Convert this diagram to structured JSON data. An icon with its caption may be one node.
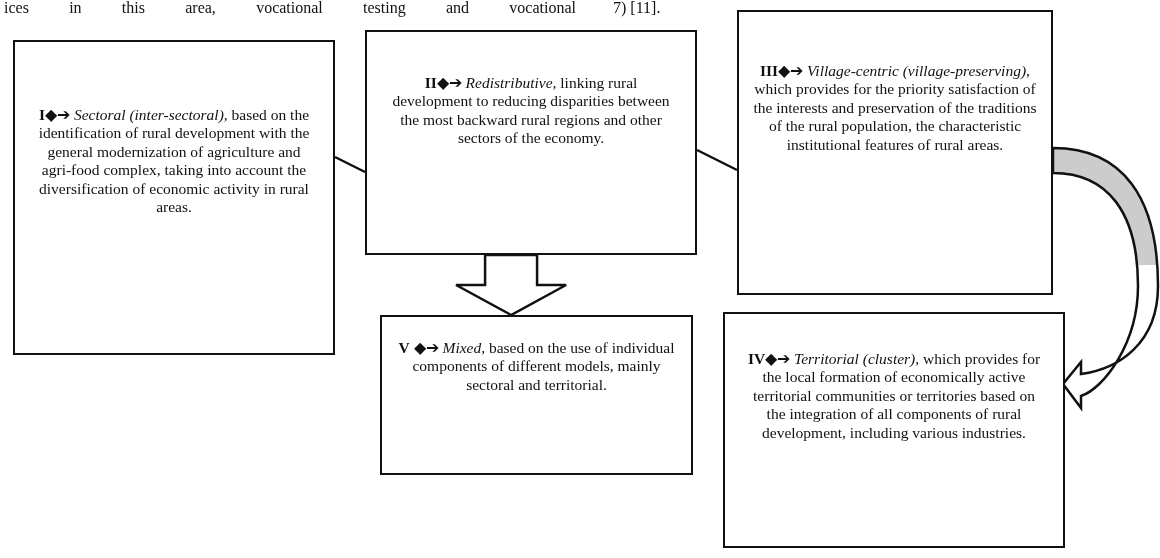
{
  "diagram": {
    "nodes": [
      {
        "text": [
          "**I**◆➔ *Sectoral (inter-sectoral),* based on the identification of rural development with the general modernization of agriculture and agri-food complex, taking into account the diversification of economic activity in rural areas."
        ]
      },
      {
        "text": [
          "**II**◆➔ *Redistributive,* linking rural development to reducing disparities between the most backward rural regions and other sectors of the economy."
        ]
      },
      {
        "text": [
          "**III**◆➔ *Village-centric (village-preserving),* which provides for the priority satisfaction of the interests and preservation of the traditions of the rural population, the characteristic institutional features of rural areas."
        ]
      },
      {
        "text": [
          "**V** ◆➔ *Mixed,* based on the use of individual components of different models, mainly sectoral and territorial."
        ]
      },
      {
        "text": [
          "**IV**◆➔ *Territorial (cluster),* which provides for the local formation of economically active territorial communities or territories based on the integration of all components of rural development, including various industries."
        ]
      }
    ],
    "edges": [
      {
        "from": 0,
        "to": 1,
        "arrow": "none"
      },
      {
        "from": 1,
        "to": 2,
        "arrow": "none"
      },
      {
        "from": 1,
        "to": 3,
        "arrow": "to",
        "style": "thick"
      },
      {
        "from": 2,
        "to": 4,
        "arrow": "to",
        "style": "thick"
      }
    ],
    "labels": [
      "ices in this area, vocational testing and vocational",
      "7) [11]."
    ]
  }
}
